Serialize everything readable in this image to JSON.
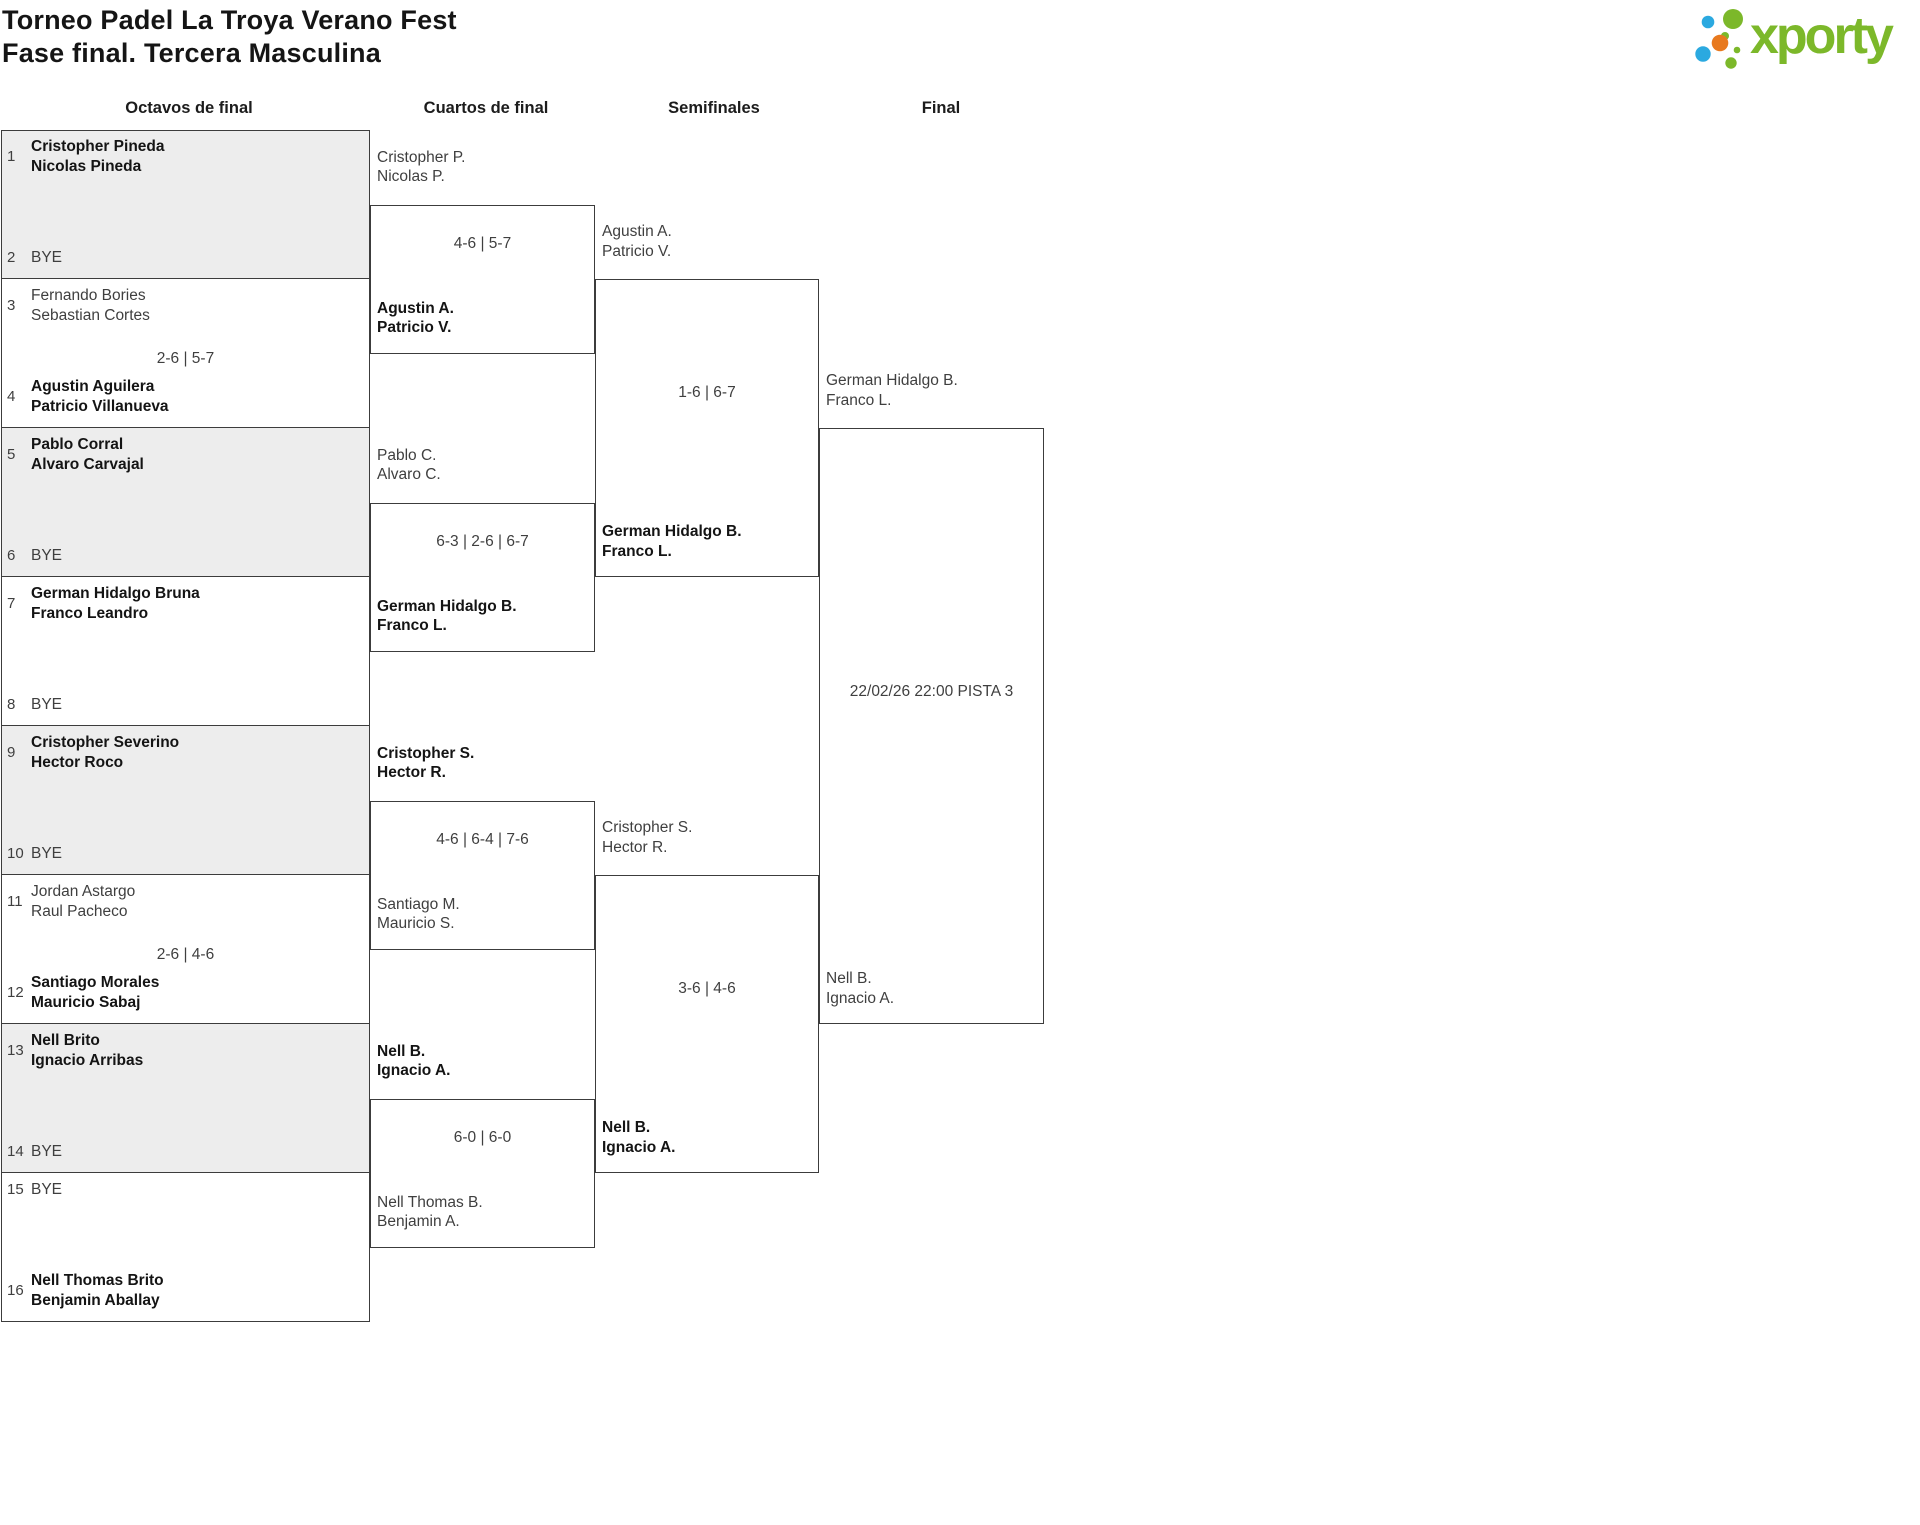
{
  "header": {
    "title": "Torneo Padel La Troya Verano Fest",
    "subtitle": "Fase final. Tercera Masculina"
  },
  "logo": {
    "text": "xporty",
    "green": "#7cb82a",
    "blue": "#2ba9e0",
    "orange": "#e8791e"
  },
  "round_labels": [
    "Octavos de final",
    "Cuartos de final",
    "Semifinales",
    "Final"
  ],
  "bracket": {
    "octavos": [
      {
        "seed1": "1",
        "team1": [
          "Cristopher Pineda",
          "Nicolas Pineda"
        ],
        "winner1": true,
        "seed2": "2",
        "team2": [
          "BYE"
        ],
        "winner2": false,
        "score": "",
        "gray": true
      },
      {
        "seed1": "3",
        "team1": [
          "Fernando Bories",
          "Sebastian Cortes"
        ],
        "winner1": false,
        "seed2": "4",
        "team2": [
          "Agustin Aguilera",
          "Patricio Villanueva"
        ],
        "winner2": true,
        "score": "2-6 | 5-7",
        "gray": false
      },
      {
        "seed1": "5",
        "team1": [
          "Pablo Corral",
          "Alvaro Carvajal"
        ],
        "winner1": true,
        "seed2": "6",
        "team2": [
          "BYE"
        ],
        "winner2": false,
        "score": "",
        "gray": true
      },
      {
        "seed1": "7",
        "team1": [
          "German Hidalgo Bruna",
          "Franco Leandro"
        ],
        "winner1": true,
        "seed2": "8",
        "team2": [
          "BYE"
        ],
        "winner2": false,
        "score": "",
        "gray": false
      },
      {
        "seed1": "9",
        "team1": [
          "Cristopher Severino",
          "Hector Roco"
        ],
        "winner1": true,
        "seed2": "10",
        "team2": [
          "BYE"
        ],
        "winner2": false,
        "score": "",
        "gray": true
      },
      {
        "seed1": "11",
        "team1": [
          "Jordan Astargo",
          "Raul Pacheco"
        ],
        "winner1": false,
        "seed2": "12",
        "team2": [
          "Santiago Morales",
          "Mauricio Sabaj"
        ],
        "winner2": true,
        "score": "2-6 | 4-6",
        "gray": false
      },
      {
        "seed1": "13",
        "team1": [
          "Nell Brito",
          "Ignacio Arribas"
        ],
        "winner1": true,
        "seed2": "14",
        "team2": [
          "BYE"
        ],
        "winner2": false,
        "score": "",
        "gray": true
      },
      {
        "seed1": "15",
        "team1": [
          "BYE"
        ],
        "winner1": false,
        "seed2": "16",
        "team2": [
          "Nell Thomas Brito",
          "Benjamin Aballay"
        ],
        "winner2": true,
        "score": "",
        "gray": false
      }
    ],
    "cuartos": [
      {
        "team1": [
          "Cristopher P.",
          "Nicolas P."
        ],
        "winner1": false,
        "team2": [
          "Agustin A.",
          "Patricio V."
        ],
        "winner2": true,
        "score": "4-6 | 5-7"
      },
      {
        "team1": [
          "Pablo C.",
          "Alvaro C."
        ],
        "winner1": false,
        "team2": [
          "German Hidalgo B.",
          "Franco L."
        ],
        "winner2": true,
        "score": "6-3 | 2-6 | 6-7"
      },
      {
        "team1": [
          "Cristopher S.",
          "Hector R."
        ],
        "winner1": true,
        "team2": [
          "Santiago M.",
          "Mauricio S."
        ],
        "winner2": false,
        "score": "4-6 | 6-4 | 7-6"
      },
      {
        "team1": [
          "Nell B.",
          "Ignacio A."
        ],
        "winner1": true,
        "team2": [
          "Nell Thomas B.",
          "Benjamin A."
        ],
        "winner2": false,
        "score": "6-0 | 6-0"
      }
    ],
    "semifinales": [
      {
        "team1": [
          "Agustin A.",
          "Patricio V."
        ],
        "winner1": false,
        "team2": [
          "German Hidalgo B.",
          "Franco L."
        ],
        "winner2": true,
        "score": "1-6 | 6-7"
      },
      {
        "team1": [
          "Cristopher S.",
          "Hector R."
        ],
        "winner1": false,
        "team2": [
          "Nell B.",
          "Ignacio A."
        ],
        "winner2": true,
        "score": "3-6 | 4-6"
      }
    ],
    "final": {
      "team1": [
        "German Hidalgo B.",
        "Franco L."
      ],
      "team2": [
        "Nell B.",
        "Ignacio A."
      ],
      "schedule": "22/02/26 22:00 PISTA 3"
    }
  },
  "colors": {
    "border": "#3c3c3c",
    "bye_bg": "#ededed",
    "text": "#3f3f3f",
    "text_bold": "#141414"
  }
}
